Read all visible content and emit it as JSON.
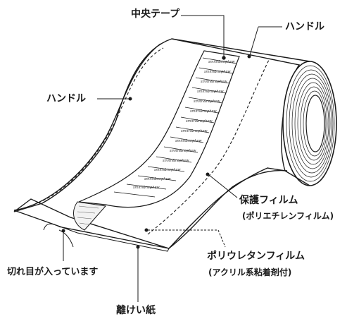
{
  "labels": {
    "center_tape": "中央テープ",
    "handle_right": "ハンドル",
    "handle_left": "ハンドル",
    "protective_film": "保護フィルム",
    "protective_film_material": "(ポリエチレンフィルム)",
    "polyurethane_film": "ポリウレタンフィルム",
    "polyurethane_adhesive": "(アクリル系粘着剤付)",
    "perforation": "切れ目が入っています",
    "release_paper": "離けい紙"
  },
  "tape_print": "smith&nephew"
}
